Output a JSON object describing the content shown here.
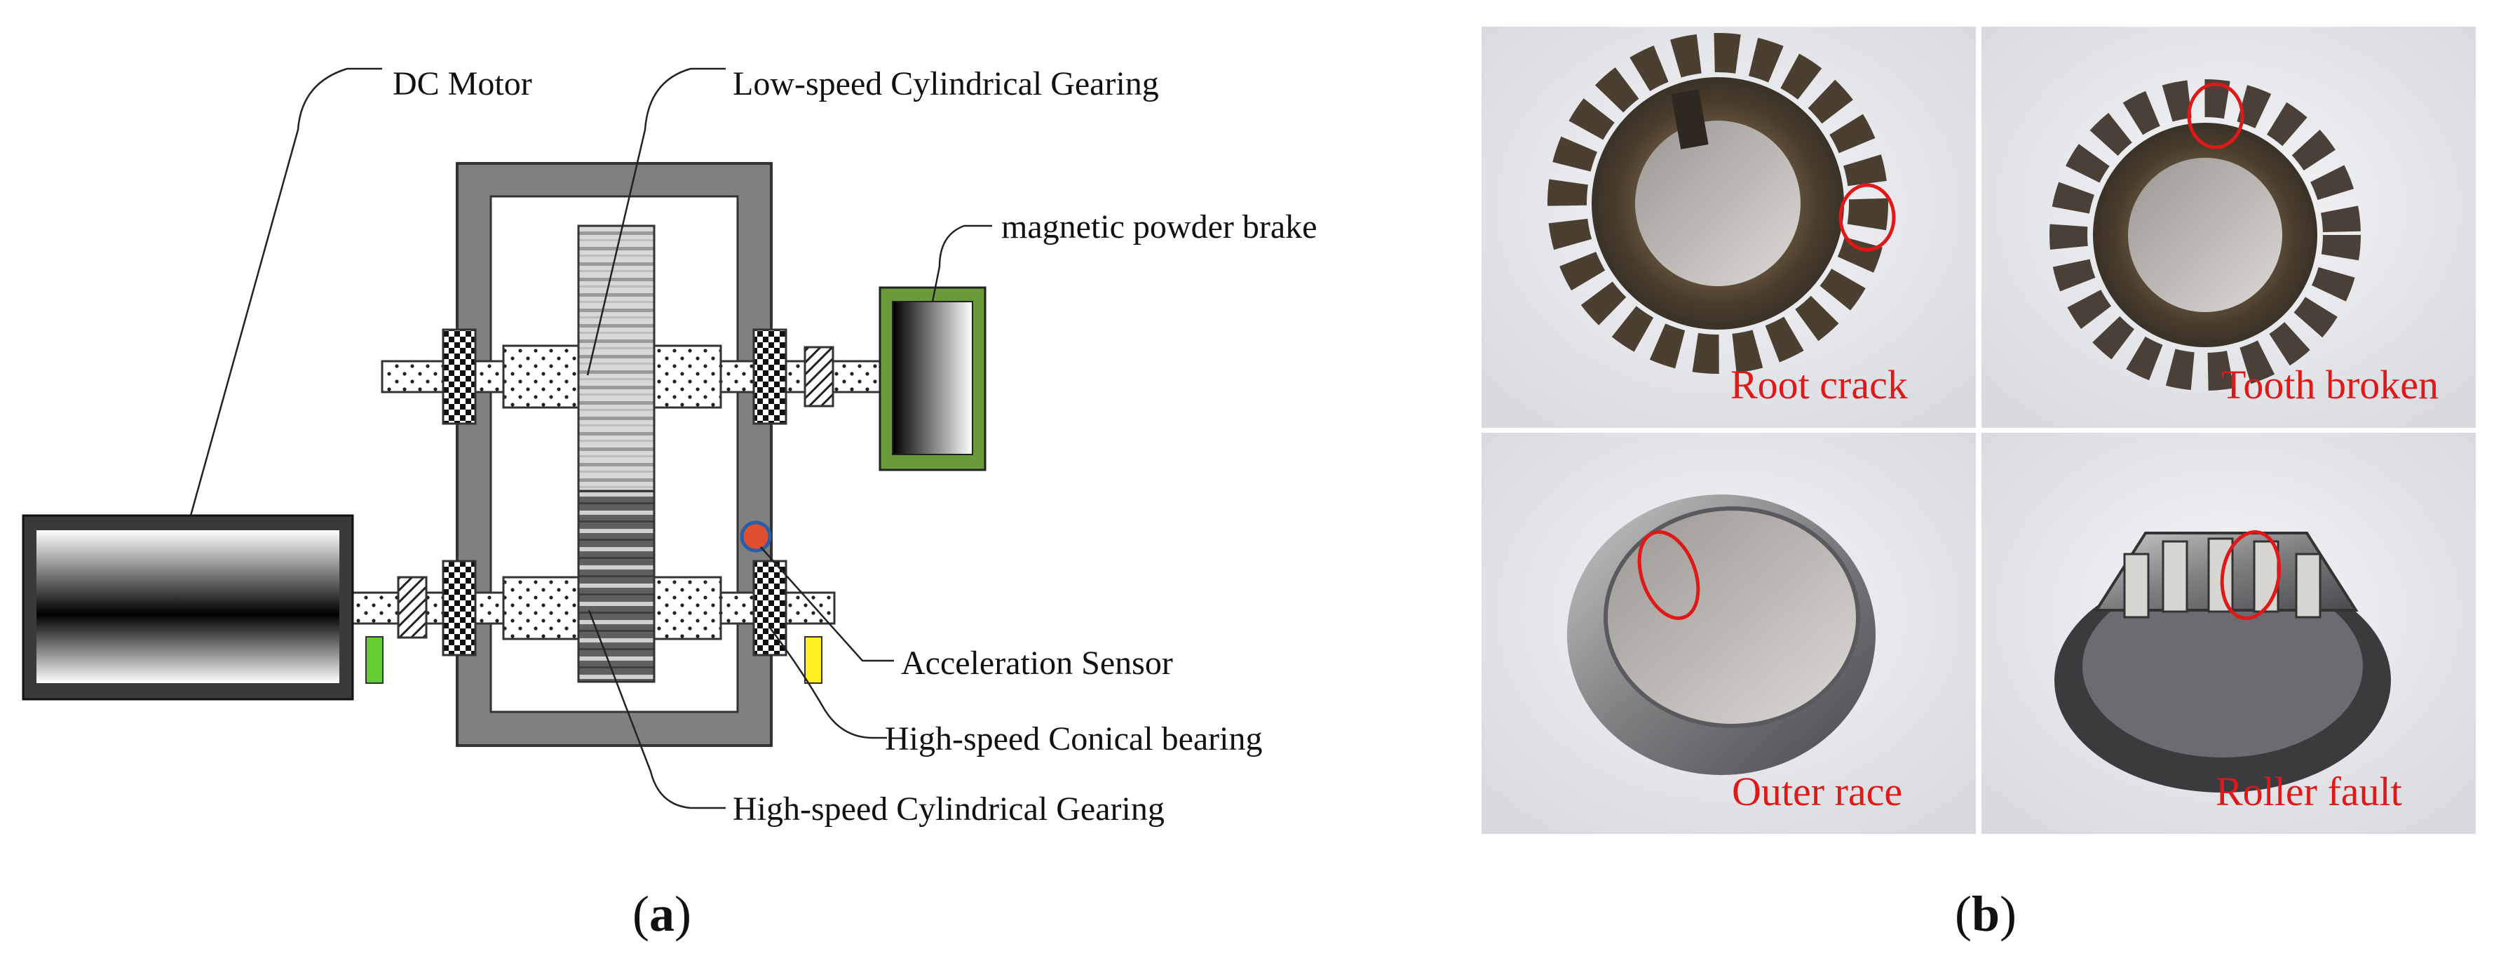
{
  "diagram": {
    "labels": {
      "dc_motor": "DC Motor",
      "low_speed_gearing": "Low-speed Cylindrical Gearing",
      "magnetic_brake": "magnetic powder brake",
      "acceleration_sensor": "Acceleration Sensor",
      "conical_bearing": "High-speed Conical bearing",
      "high_speed_gearing": "High-speed Cylindrical Gearing"
    },
    "colors": {
      "housing": "#808080",
      "brake_frame": "#6a9a3a",
      "green_marker": "#66cc33",
      "yellow_marker": "#ffee22",
      "sensor": "#e05030"
    }
  },
  "photos": {
    "captions": {
      "root_crack": "Root crack",
      "tooth_broken": "Tooth broken",
      "outer_race": "Outer race",
      "roller_fault": "Roller fault"
    },
    "caption_color": "#e01818"
  },
  "subfigure_labels": {
    "a": {
      "open": "(",
      "letter": "a",
      "close": ")"
    },
    "b": {
      "open": "(",
      "letter": "b",
      "close": ")"
    }
  }
}
